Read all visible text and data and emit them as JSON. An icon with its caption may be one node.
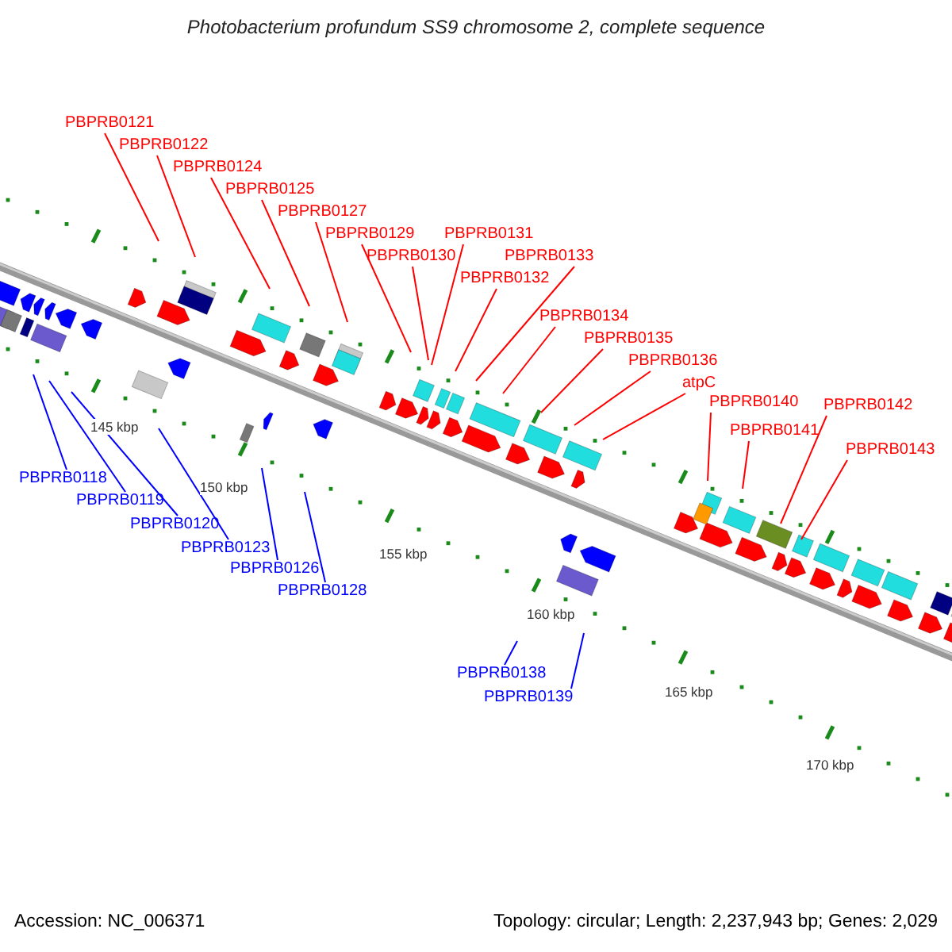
{
  "diagram": {
    "title": "Photobacterium profundum SS9 chromosome 2, complete sequence",
    "nodes": [
      {
        "text": [
          "PBPRB0121"
        ]
      },
      {
        "text": [
          "PBPRB0122"
        ]
      },
      {
        "text": [
          "PBPRB0124"
        ]
      },
      {
        "text": [
          "PBPRB0125"
        ]
      },
      {
        "text": [
          "PBPRB0127"
        ]
      },
      {
        "text": [
          "PBPRB0129"
        ]
      },
      {
        "text": [
          "PBPRB0130"
        ]
      },
      {
        "text": [
          "PBPRB0131"
        ]
      },
      {
        "text": [
          "PBPRB0133"
        ]
      },
      {
        "text": [
          "PBPRB0132"
        ]
      },
      {
        "text": [
          "PBPRB0134"
        ]
      },
      {
        "text": [
          "PBPRB0135"
        ]
      },
      {
        "text": [
          "PBPRB0136"
        ]
      },
      {
        "text": [
          "atpC"
        ]
      },
      {
        "text": [
          "PBPRB0140"
        ]
      },
      {
        "text": [
          "PBPRB0142"
        ]
      },
      {
        "text": [
          "PBPRB0141"
        ]
      },
      {
        "text": [
          "PBPRB0143"
        ]
      },
      {
        "text": [
          "PBPRB0118"
        ]
      },
      {
        "text": [
          "PBPRB0119"
        ]
      },
      {
        "text": [
          "PBPRB0120"
        ]
      },
      {
        "text": [
          "PBPRB0123"
        ]
      },
      {
        "text": [
          "PBPRB0126"
        ]
      },
      {
        "text": [
          "PBPRB0128"
        ]
      },
      {
        "text": [
          "PBPRB0138"
        ]
      },
      {
        "text": [
          "PBPRB0139"
        ]
      }
    ],
    "edges": [
      {
        "from": 0,
        "to": null,
        "arrow": "none"
      },
      {
        "from": 1,
        "to": null,
        "arrow": "none"
      },
      {
        "from": 2,
        "to": null,
        "arrow": "none"
      },
      {
        "from": 3,
        "to": null,
        "arrow": "none"
      },
      {
        "from": 4,
        "to": null,
        "arrow": "none"
      },
      {
        "from": 5,
        "to": null,
        "arrow": "none"
      },
      {
        "from": 6,
        "to": null,
        "arrow": "none"
      },
      {
        "from": 7,
        "to": null,
        "arrow": "none"
      },
      {
        "from": 8,
        "to": null,
        "arrow": "none"
      },
      {
        "from": 9,
        "to": null,
        "arrow": "none"
      },
      {
        "from": 10,
        "to": null,
        "arrow": "none"
      },
      {
        "from": 11,
        "to": null,
        "arrow": "none"
      },
      {
        "from": 12,
        "to": null,
        "arrow": "none"
      },
      {
        "from": 13,
        "to": null,
        "arrow": "none"
      },
      {
        "from": 14,
        "to": null,
        "arrow": "none"
      },
      {
        "from": 15,
        "to": null,
        "arrow": "none"
      },
      {
        "from": 16,
        "to": null,
        "arrow": "none"
      },
      {
        "from": 17,
        "to": null,
        "arrow": "none"
      },
      {
        "from": 18,
        "to": null,
        "arrow": "none",
        "color": "#0000ff"
      },
      {
        "from": 19,
        "to": null,
        "arrow": "none",
        "color": "#0000ff"
      },
      {
        "from": 20,
        "to": null,
        "arrow": "none",
        "color": "#0000ff"
      },
      {
        "from": 21,
        "to": null,
        "arrow": "none",
        "color": "#0000ff"
      },
      {
        "from": 22,
        "to": null,
        "arrow": "none",
        "color": "#0000ff"
      },
      {
        "from": 23,
        "to": null,
        "arrow": "none",
        "color": "#0000ff"
      },
      {
        "from": 24,
        "to": null,
        "arrow": "none",
        "color": "#0000ff"
      },
      {
        "from": 25,
        "to": null,
        "arrow": "none",
        "color": "#0000ff"
      }
    ],
    "labels": [
      "145 kbp",
      "150 kbp",
      "155 kbp",
      "160 kbp",
      "165 kbp",
      "170 kbp",
      "Accession: NC_006371",
      "Topology: circular; Length: 2,237,943 bp; Genes: 2,029"
    ]
  }
}
